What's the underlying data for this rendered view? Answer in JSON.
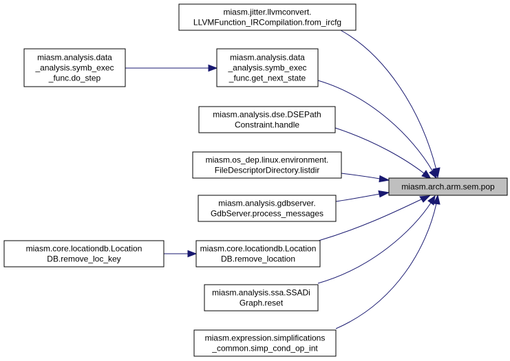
{
  "colors": {
    "edge": "#191970",
    "target_fill": "#bfbfbf",
    "node_fill": "#ffffff",
    "border": "#000000"
  },
  "nodes": [
    {
      "id": "from_ircfg",
      "lines": [
        "miasm.jitter.llvmconvert.",
        "LLVMFunction_IRCompilation.from_ircfg"
      ]
    },
    {
      "id": "do_step",
      "lines": [
        "miasm.analysis.data",
        "_analysis.symb_exec",
        "_func.do_step"
      ]
    },
    {
      "id": "get_next_state",
      "lines": [
        "miasm.analysis.data",
        "_analysis.symb_exec",
        "_func.get_next_state"
      ]
    },
    {
      "id": "dse_handle",
      "lines": [
        "miasm.analysis.dse.DSEPath",
        "Constraint.handle"
      ]
    },
    {
      "id": "listdir",
      "lines": [
        "miasm.os_dep.linux.environment.",
        "FileDescriptorDirectory.listdir"
      ]
    },
    {
      "id": "process_messages",
      "lines": [
        "miasm.analysis.gdbserver.",
        "GdbServer.process_messages"
      ]
    },
    {
      "id": "remove_loc_key",
      "lines": [
        "miasm.core.locationdb.Location",
        "DB.remove_loc_key"
      ]
    },
    {
      "id": "remove_location",
      "lines": [
        "miasm.core.locationdb.Location",
        "DB.remove_location"
      ]
    },
    {
      "id": "ssa_reset",
      "lines": [
        "miasm.analysis.ssa.SSADi",
        "Graph.reset"
      ]
    },
    {
      "id": "simp_cond_op_int",
      "lines": [
        "miasm.expression.simplifications",
        "_common.simp_cond_op_int"
      ]
    },
    {
      "id": "pop",
      "lines": [
        "miasm.arch.arm.sem.pop"
      ]
    }
  ]
}
